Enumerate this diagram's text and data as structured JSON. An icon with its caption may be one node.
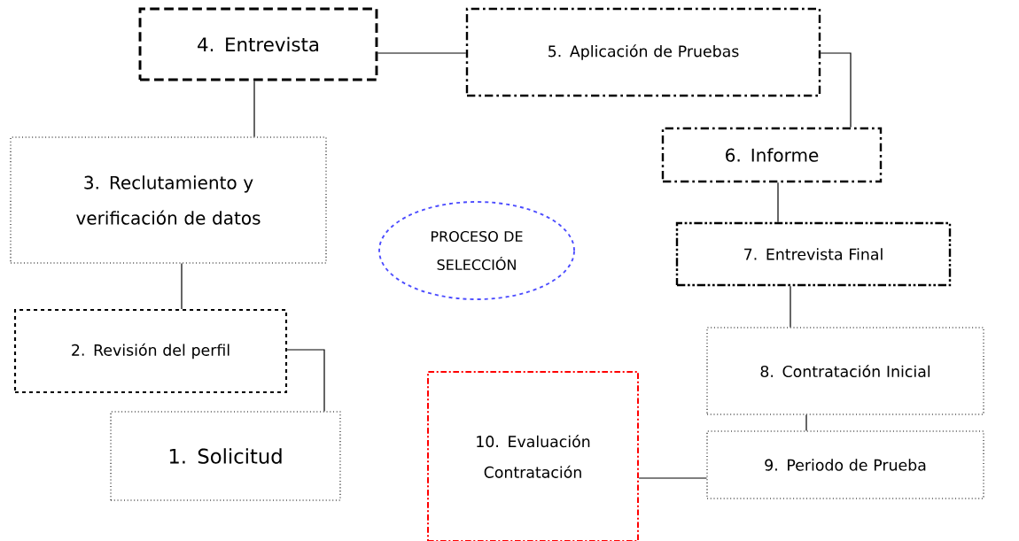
{
  "diagram": {
    "nodes": [
      {
        "text": [
          "4. Entrevista"
        ]
      },
      {
        "text": [
          "5. Aplicación de Pruebas"
        ]
      },
      {
        "text": [
          "6. Informe"
        ]
      },
      {
        "text": [
          "3. Reclutamiento y verificación de datos"
        ]
      },
      {
        "text": [
          "PROCESO DE SELECCIÓN"
        ]
      },
      {
        "text": [
          "7. Entrevista Final"
        ]
      },
      {
        "text": [
          "2. Revisión del perfil"
        ]
      },
      {
        "text": [
          "8. Contratación Inicial"
        ]
      },
      {
        "text": [
          "10. Evaluación Contratación"
        ]
      },
      {
        "text": [
          "1. Solicitud"
        ]
      },
      {
        "text": [
          "9. Periodo de Prueba"
        ]
      }
    ],
    "edges": [
      {
        "from": 0,
        "to": 1,
        "arrow": "none"
      },
      {
        "from": 1,
        "to": 2,
        "arrow": "none"
      },
      {
        "from": 2,
        "to": 5,
        "arrow": "none"
      },
      {
        "from": 0,
        "to": 3,
        "arrow": "none"
      },
      {
        "from": 3,
        "to": 6,
        "arrow": "none"
      },
      {
        "from": 6,
        "to": 9,
        "arrow": "none"
      },
      {
        "from": 5,
        "to": 7,
        "arrow": "none"
      },
      {
        "from": 7,
        "to": 10,
        "arrow": "none"
      },
      {
        "from": 10,
        "to": 8,
        "arrow": "none"
      }
    ]
  }
}
